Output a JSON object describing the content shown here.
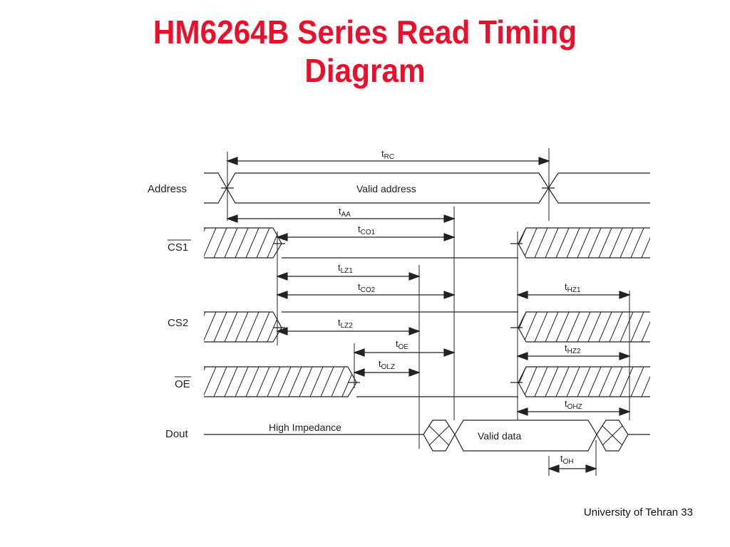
{
  "title": {
    "line1": "HM6264B Series Read Timing",
    "line2": "Diagram"
  },
  "signals": {
    "address": "Address",
    "cs1": "CS1",
    "cs2": "CS2",
    "oe": "OE",
    "dout": "Dout"
  },
  "labels": {
    "valid_address": "Valid address",
    "high_impedance": "High Impedance",
    "valid_data": "Valid data"
  },
  "timings": {
    "t_rc": {
      "t": "t",
      "sub": "RC"
    },
    "t_aa": {
      "t": "t",
      "sub": "AA"
    },
    "t_co1": {
      "t": "t",
      "sub": "CO1"
    },
    "t_lz1": {
      "t": "t",
      "sub": "LZ1"
    },
    "t_co2": {
      "t": "t",
      "sub": "CO2"
    },
    "t_hz1": {
      "t": "t",
      "sub": "HZ1"
    },
    "t_lz2": {
      "t": "t",
      "sub": "LZ2"
    },
    "t_oe": {
      "t": "t",
      "sub": "OE"
    },
    "t_hz2": {
      "t": "t",
      "sub": "HZ2"
    },
    "t_olz": {
      "t": "t",
      "sub": "OLZ"
    },
    "t_ohz": {
      "t": "t",
      "sub": "OHZ"
    },
    "t_oh": {
      "t": "t",
      "sub": "OH"
    }
  },
  "footer": "University of Tehran 33"
}
